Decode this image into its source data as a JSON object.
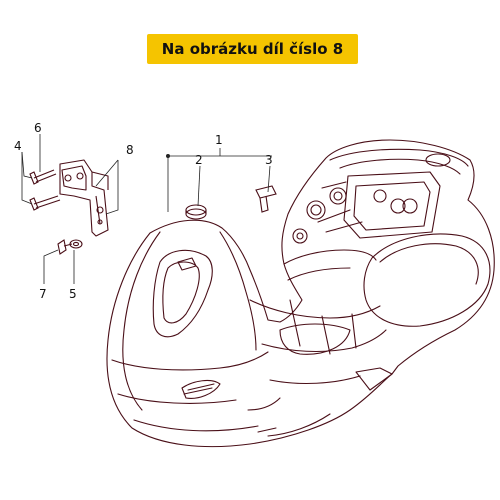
{
  "banner": {
    "text": "Na obrázku díl číslo 8",
    "color": "#f5c400"
  },
  "callouts": [
    {
      "id": "1",
      "label": "1"
    },
    {
      "id": "2",
      "label": "2"
    },
    {
      "id": "3",
      "label": "3"
    },
    {
      "id": "4",
      "label": "4"
    },
    {
      "id": "5",
      "label": "5"
    },
    {
      "id": "6",
      "label": "6"
    },
    {
      "id": "7",
      "label": "7"
    },
    {
      "id": "8",
      "label": "8"
    }
  ],
  "colors": {
    "outline": "#4a0f18",
    "line": "#222222"
  }
}
